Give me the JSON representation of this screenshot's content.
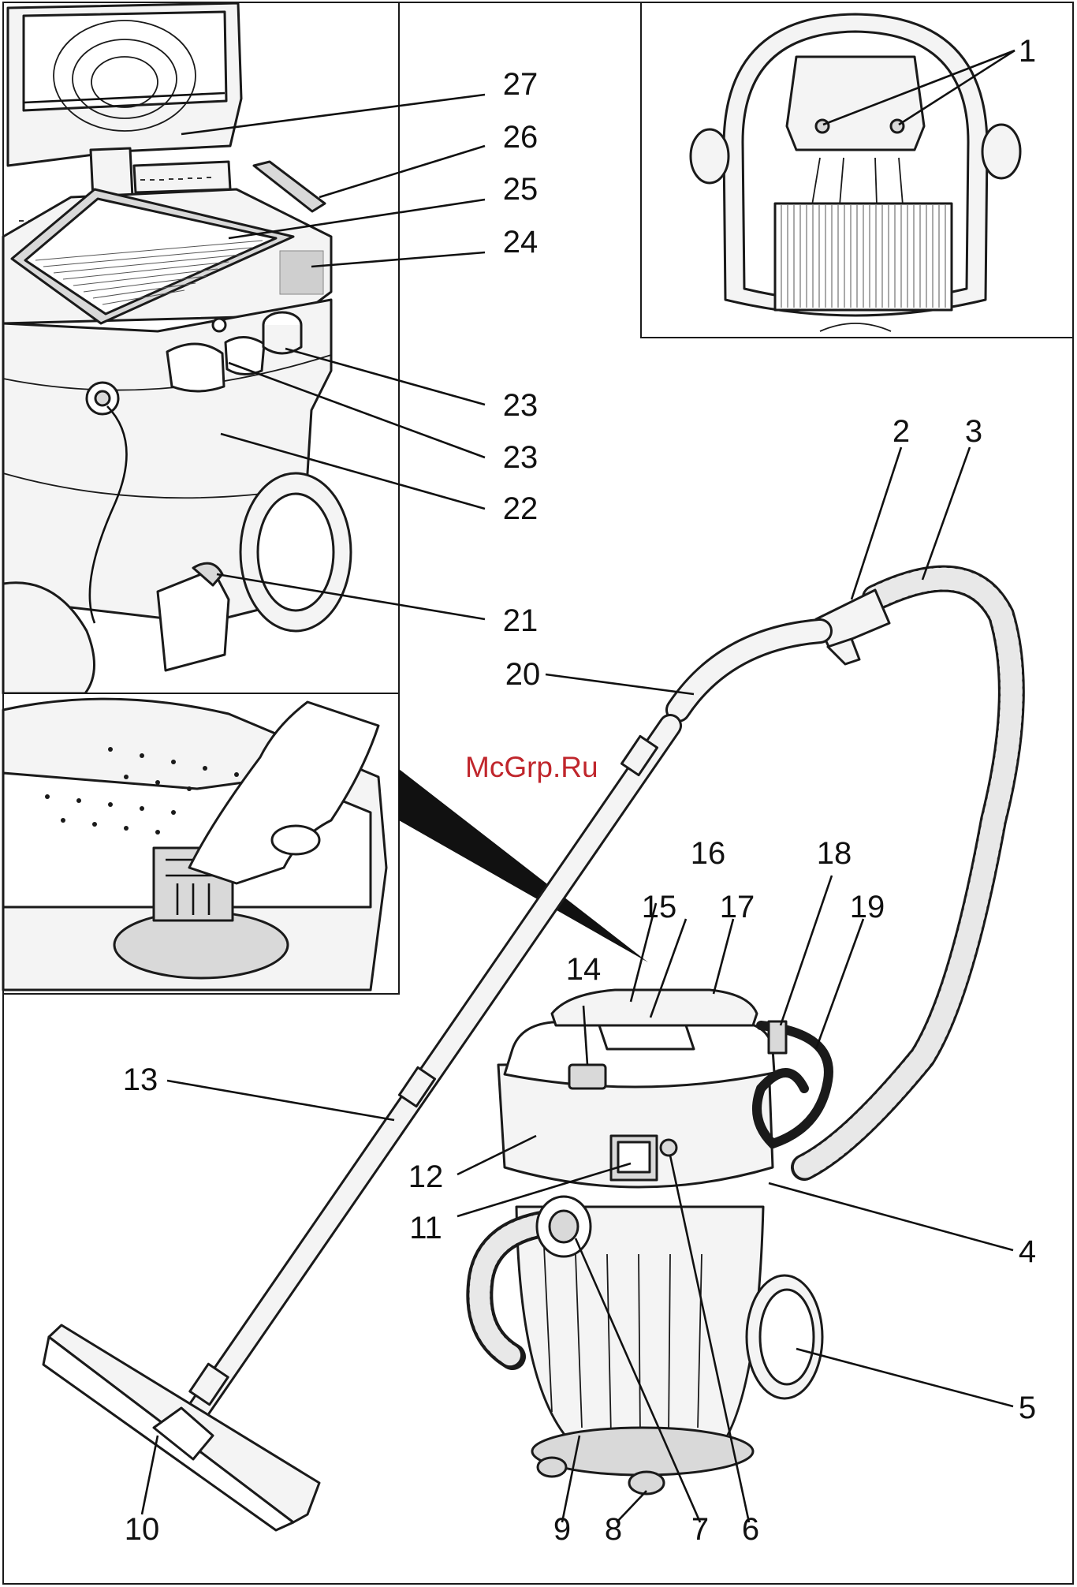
{
  "watermark": "McGrp.Ru",
  "callouts": {
    "c1": "1",
    "c2": "2",
    "c3": "3",
    "c4": "4",
    "c5": "5",
    "c6": "6",
    "c7": "7",
    "c8": "8",
    "c9": "9",
    "c10": "10",
    "c11": "11",
    "c12": "12",
    "c13": "13",
    "c14": "14",
    "c15": "15",
    "c16": "16",
    "c17": "17",
    "c18": "18",
    "c19": "19",
    "c20": "20",
    "c21": "21",
    "c22": "22",
    "c23a": "23",
    "c23b": "23",
    "c24": "24",
    "c25": "25",
    "c26": "26",
    "c27": "27"
  }
}
